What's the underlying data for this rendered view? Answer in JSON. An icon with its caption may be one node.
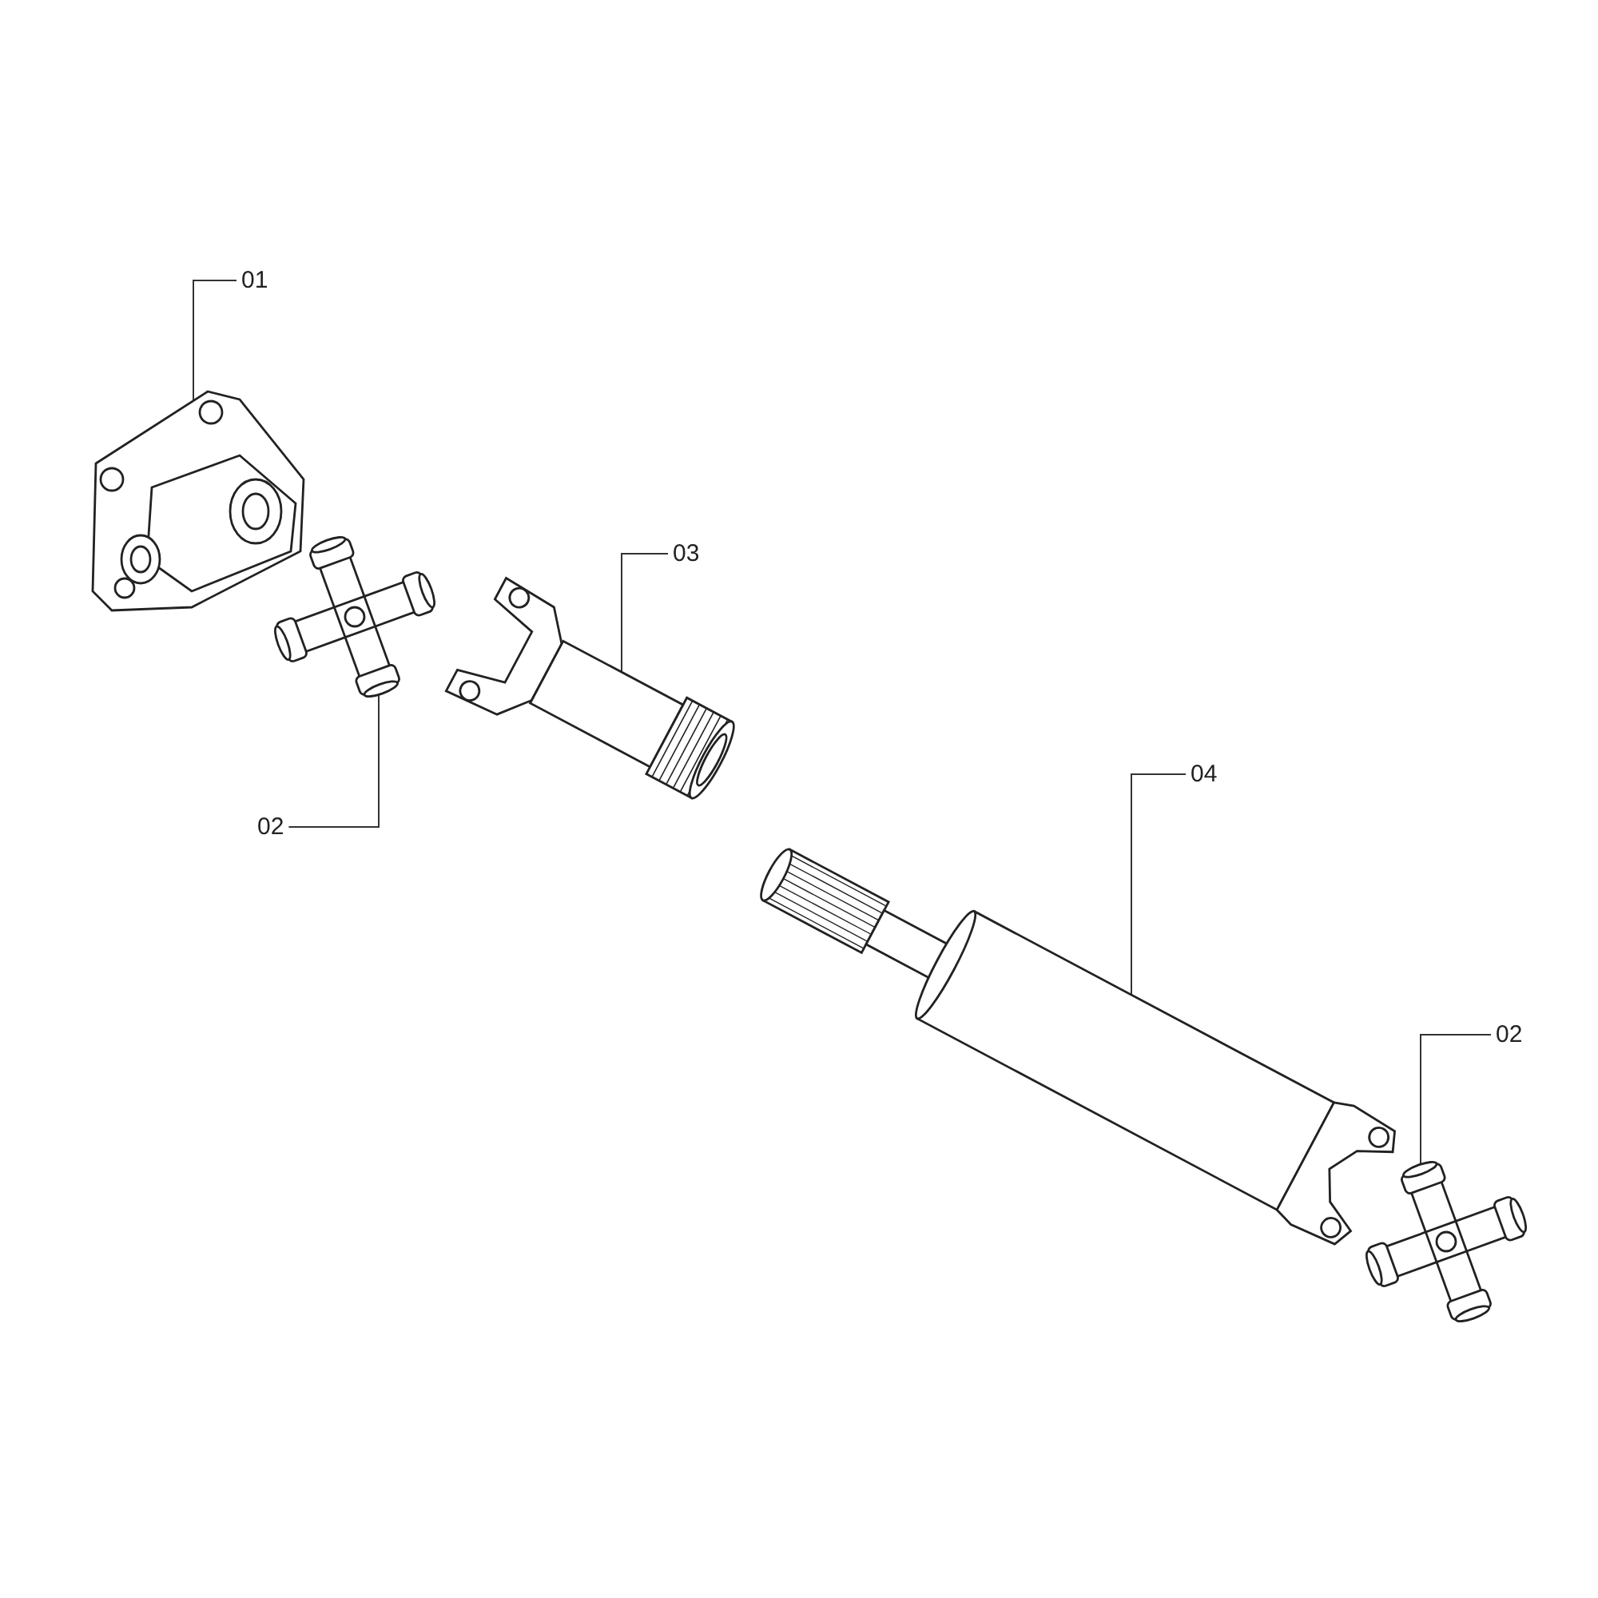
{
  "diagram": {
    "nodes": [
      {
        "text": [
          "01"
        ]
      },
      {
        "text": [],
        "shape": "picture"
      },
      {
        "text": [
          "02"
        ]
      },
      {
        "text": [],
        "shape": "picture"
      },
      {
        "text": [
          "03"
        ]
      },
      {
        "text": [],
        "shape": "picture"
      },
      {
        "text": [
          "04"
        ]
      },
      {
        "text": [],
        "shape": "picture"
      },
      {
        "text": [
          "02"
        ]
      },
      {
        "text": [],
        "shape": "picture"
      }
    ],
    "edges": [
      {
        "from": 0,
        "to": 1,
        "arrow": "none"
      },
      {
        "from": 2,
        "to": 3,
        "arrow": "none"
      },
      {
        "from": 4,
        "to": 5,
        "arrow": "none"
      },
      {
        "from": 6,
        "to": 7,
        "arrow": "none"
      },
      {
        "from": 8,
        "to": 9,
        "arrow": "none"
      }
    ]
  }
}
